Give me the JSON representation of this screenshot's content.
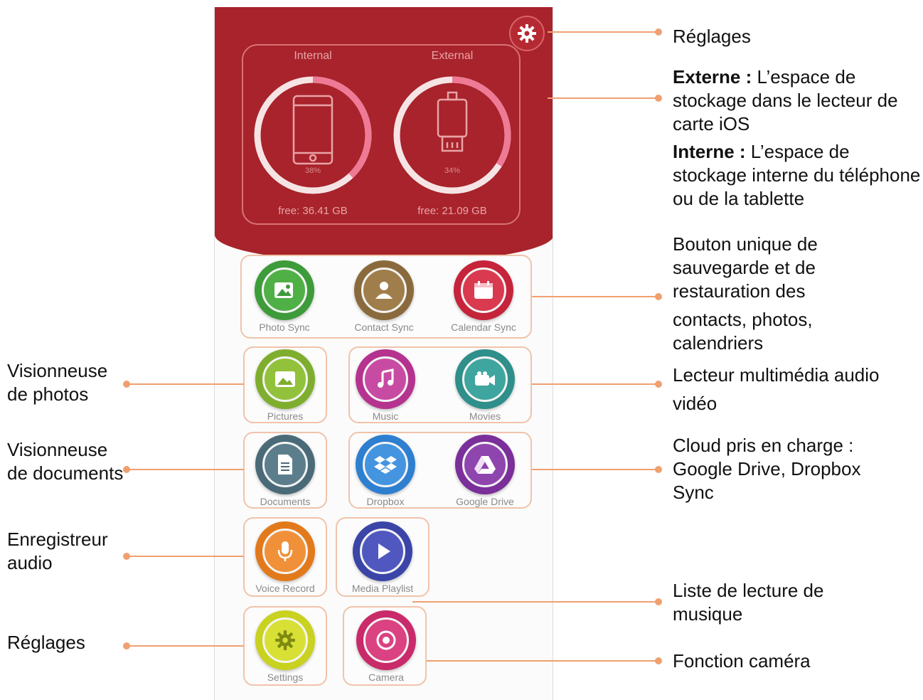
{
  "storage": {
    "internal": {
      "title": "Internal",
      "percent": "38%",
      "free": "free: 36.41 GB",
      "fill": 0.38
    },
    "external": {
      "title": "External",
      "percent": "34%",
      "free": "free: 21.09 GB",
      "fill": 0.34
    }
  },
  "tiles": {
    "photo_sync": "Photo Sync",
    "contact_sync": "Contact Sync",
    "calendar_sync": "Calendar Sync",
    "pictures": "Pictures",
    "music": "Music",
    "movies": "Movies",
    "documents": "Documents",
    "dropbox": "Dropbox",
    "google_drive": "Google Drive",
    "voice_record": "Voice Record",
    "media_playlist": "Media Playlist",
    "settings": "Settings",
    "camera": "Camera"
  },
  "annotations": {
    "reglages_top": "Réglages",
    "externe_bold": "Externe :",
    "externe_text": " L’espace de stockage dans le lecteur de carte iOS",
    "interne_bold": "Interne :",
    "interne_text": " L’espace de stockage interne du téléphone ou de la tablette",
    "backup_1": "Bouton unique de sauvegarde et de restauration des",
    "backup_2": "contacts, photos, calendriers",
    "media_1": "Lecteur multimédia audio",
    "media_2": "vidéo",
    "cloud": "Cloud pris en charge : Google Drive, Dropbox Sync",
    "playlist": "Liste de lecture de musique",
    "camera": "Fonction caméra",
    "photos_viewer": "Visionneuse de photos",
    "docs_viewer": "Visionneuse de documents",
    "recorder": "Enregistreur audio",
    "reglages_bottom": "Réglages"
  },
  "colors": {
    "header": "#a8232b",
    "accent_line": "#f0a070",
    "green": "#3e9b3a",
    "brown": "#8a6a3c",
    "red": "#c5243a",
    "lime": "#7fae2e",
    "magenta": "#b5338f",
    "teal": "#2f8f8a",
    "slate": "#4a6a78",
    "blue": "#2e7fd0",
    "purple": "#7a2f9a",
    "orange": "#e27a1c",
    "navy": "#3b45a8",
    "yellow": "#c8d21f",
    "pink": "#c92a6a"
  }
}
